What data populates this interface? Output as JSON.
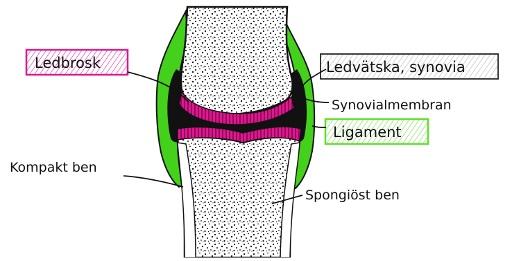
{
  "labels": {
    "ledbrosk": "Ledbrosk",
    "ledvatska": "Ledvätska, synovia",
    "synovialmembran": "Synovialmembran",
    "ligament": "Ligament",
    "kompakt": "Kompakt ben",
    "spongiost": "Spongiöst ben"
  },
  "colors": {
    "cartilage": "#e0168f",
    "ligament": "#43d11b",
    "fluid": "#111111",
    "bone_outline": "#111111",
    "label_box_pink": "#e0168f",
    "label_box_green": "#5ee02a",
    "label_box_plain": "#222222"
  }
}
